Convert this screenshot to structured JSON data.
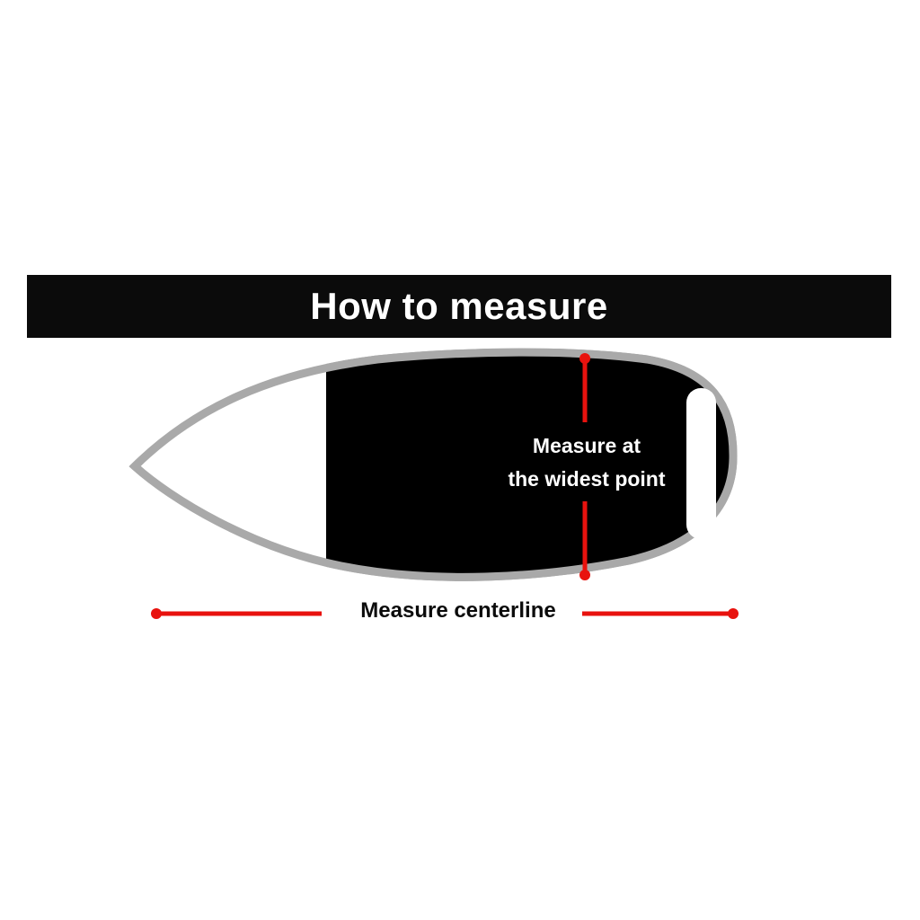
{
  "banner": {
    "title": "How to measure"
  },
  "labels": {
    "widest_line1": "Measure at",
    "widest_line2": "the widest point",
    "centerline": "Measure centerline"
  },
  "colors": {
    "red": "#e8120e",
    "banner_black": "#0b0b0b",
    "outline_gray": "#a9a9a9",
    "board_fill": "#000000",
    "background": "#ffffff"
  }
}
